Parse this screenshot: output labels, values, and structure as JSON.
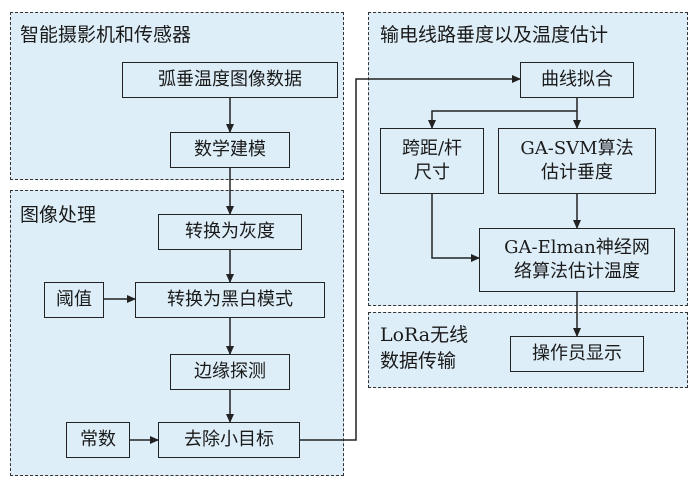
{
  "regions": {
    "camera": "智能摄影机和传感器",
    "image": "图像处理",
    "estimate": "输电线路垂度以及温度估计",
    "lora": [
      "LoRa无线",
      "数据传输"
    ]
  },
  "nodes": {
    "sag_data": "弧垂温度图像数据",
    "modeling": "数学建模",
    "gray": "转换为灰度",
    "threshold": "阈值",
    "bw": "转换为黑白模式",
    "edge": "边缘探测",
    "constant": "常数",
    "remove": "去除小目标",
    "fit": "曲线拟合",
    "span": [
      "跨距/杆",
      "尺寸"
    ],
    "gasvm": [
      "GA-SVM算法",
      "估计垂度"
    ],
    "gaelman": [
      "GA-Elman神经网",
      "络算法估计温度"
    ],
    "operator": "操作员显示"
  },
  "colors": {
    "region_fill": "#ddeef8",
    "line": "#222222"
  }
}
